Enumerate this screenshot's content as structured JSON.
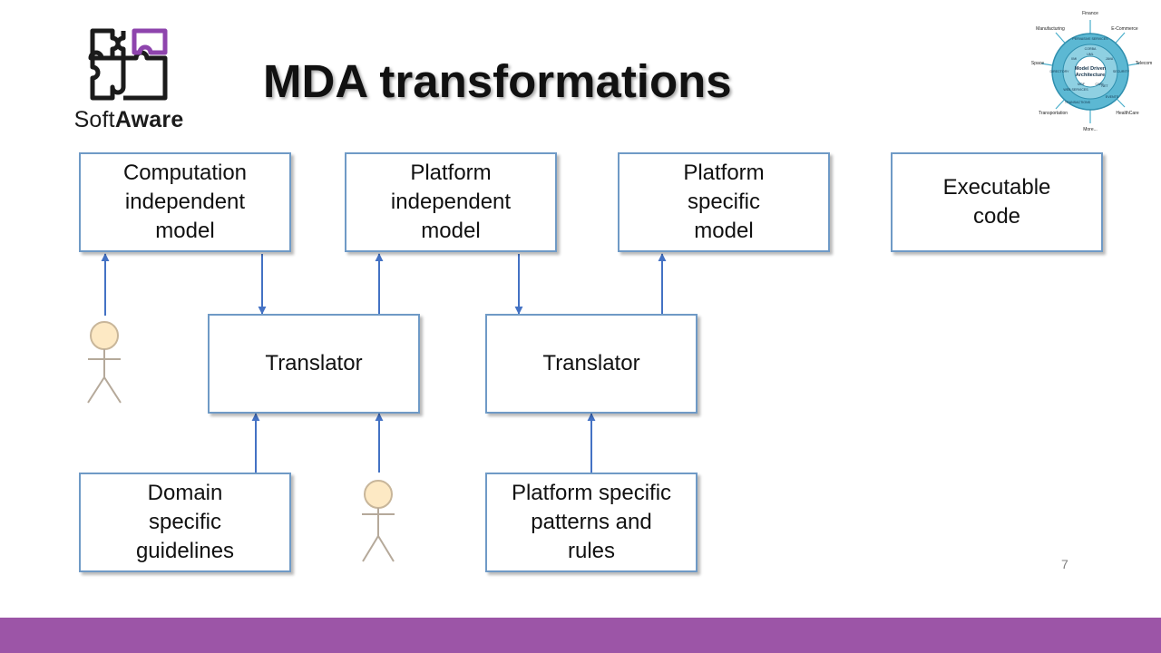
{
  "slide": {
    "title": "MDA transformations",
    "page_number": "7"
  },
  "logo": {
    "name_part1": "Soft",
    "name_part2": "Aware"
  },
  "mda_wheel": {
    "center_line1": "Model Driven",
    "center_line2": "Architecture",
    "spokes": [
      "Finance",
      "E-Commerce",
      "Telecom",
      "HealthCare",
      "More...",
      "Transportation",
      "Space",
      "Manufacturing"
    ],
    "ring_terms": [
      "PERVASIVE SERVICES",
      "SECURITY",
      "EVENTS",
      "TRANSACTIONS",
      "DIRECTORY",
      "CORBA",
      "JAVA",
      "NET",
      "WEB SERVICES",
      "UML",
      "MOF",
      "CWM",
      "XMI"
    ]
  },
  "models": {
    "cim": "Computation\nindependent\nmodel",
    "pim": "Platform\nindependent\nmodel",
    "psm": "Platform\nspecific\nmodel",
    "code": "Executable\ncode"
  },
  "translators": {
    "first": "Translator",
    "second": "Translator"
  },
  "inputs": {
    "domain_guidelines": "Domain\nspecific\nguidelines",
    "platform_patterns": "Platform specific\npatterns and\nrules"
  },
  "colors": {
    "box_border": "#6f9ac6",
    "arrow": "#4472c4",
    "footer": "#9c55a7",
    "logo_accent": "#8e44ad",
    "actor_head": "#fde9c4",
    "wheel_ring": "#4aaecb"
  }
}
